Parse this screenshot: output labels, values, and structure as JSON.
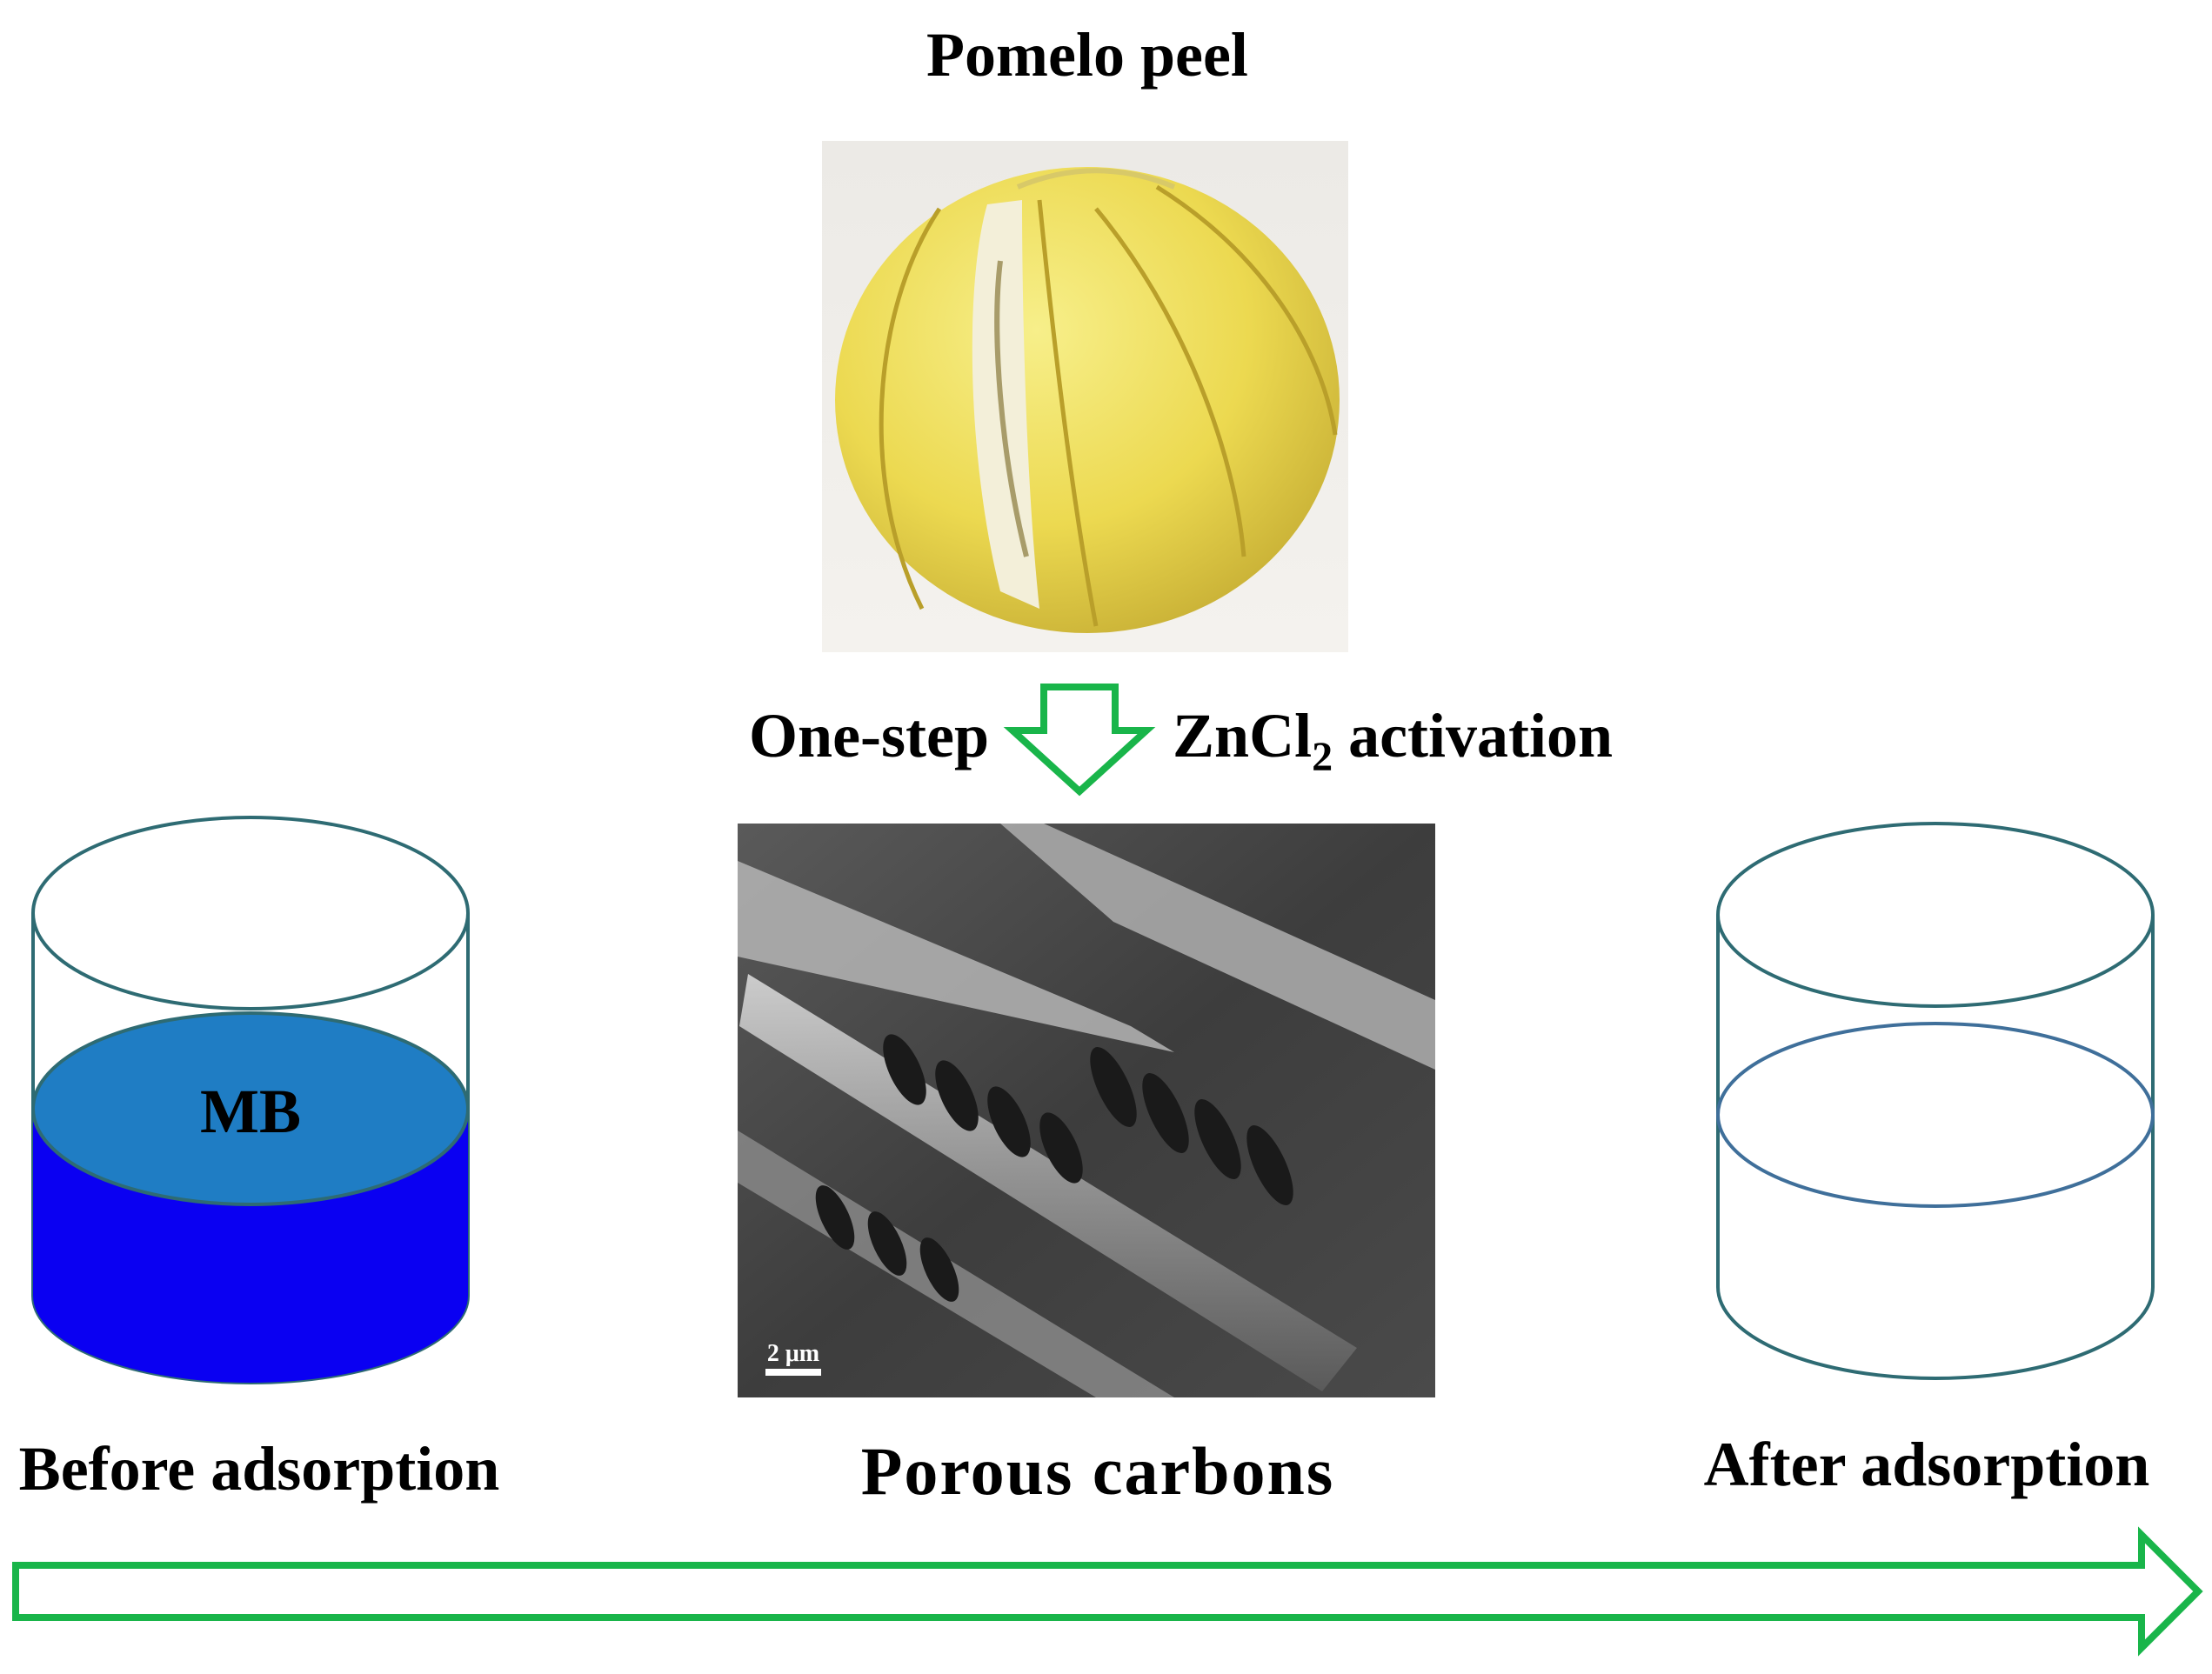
{
  "title": "Pomelo peel",
  "step_left": "One-step",
  "step_right_prefix": "ZnCl",
  "step_right_sub": "2",
  "step_right_suffix": " activation",
  "mb_label": "MB",
  "scale_bar": "2 μm",
  "before_label": "Before adsorption",
  "center_label": "Porous carbons",
  "after_label": "After adsorption",
  "colors": {
    "arrow_green": "#19b54a",
    "beaker_stroke": "#2e6b73",
    "mb_top": "#1f7dc4",
    "mb_body": "#0a00f2",
    "clear_liquid_stroke": "#3f6f9a"
  },
  "icons": {
    "process_arrow": "down-arrow-icon",
    "timeline_arrow": "right-arrow-icon"
  }
}
